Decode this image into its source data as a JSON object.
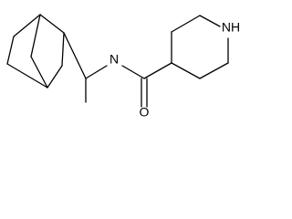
{
  "molecule": {
    "atoms": {
      "amide_n": "N",
      "carbonyl_o": "O",
      "piperidine_nh": "NH"
    },
    "colors": {
      "bond": "#000000",
      "text": "#000000",
      "background": "#ffffff"
    }
  }
}
